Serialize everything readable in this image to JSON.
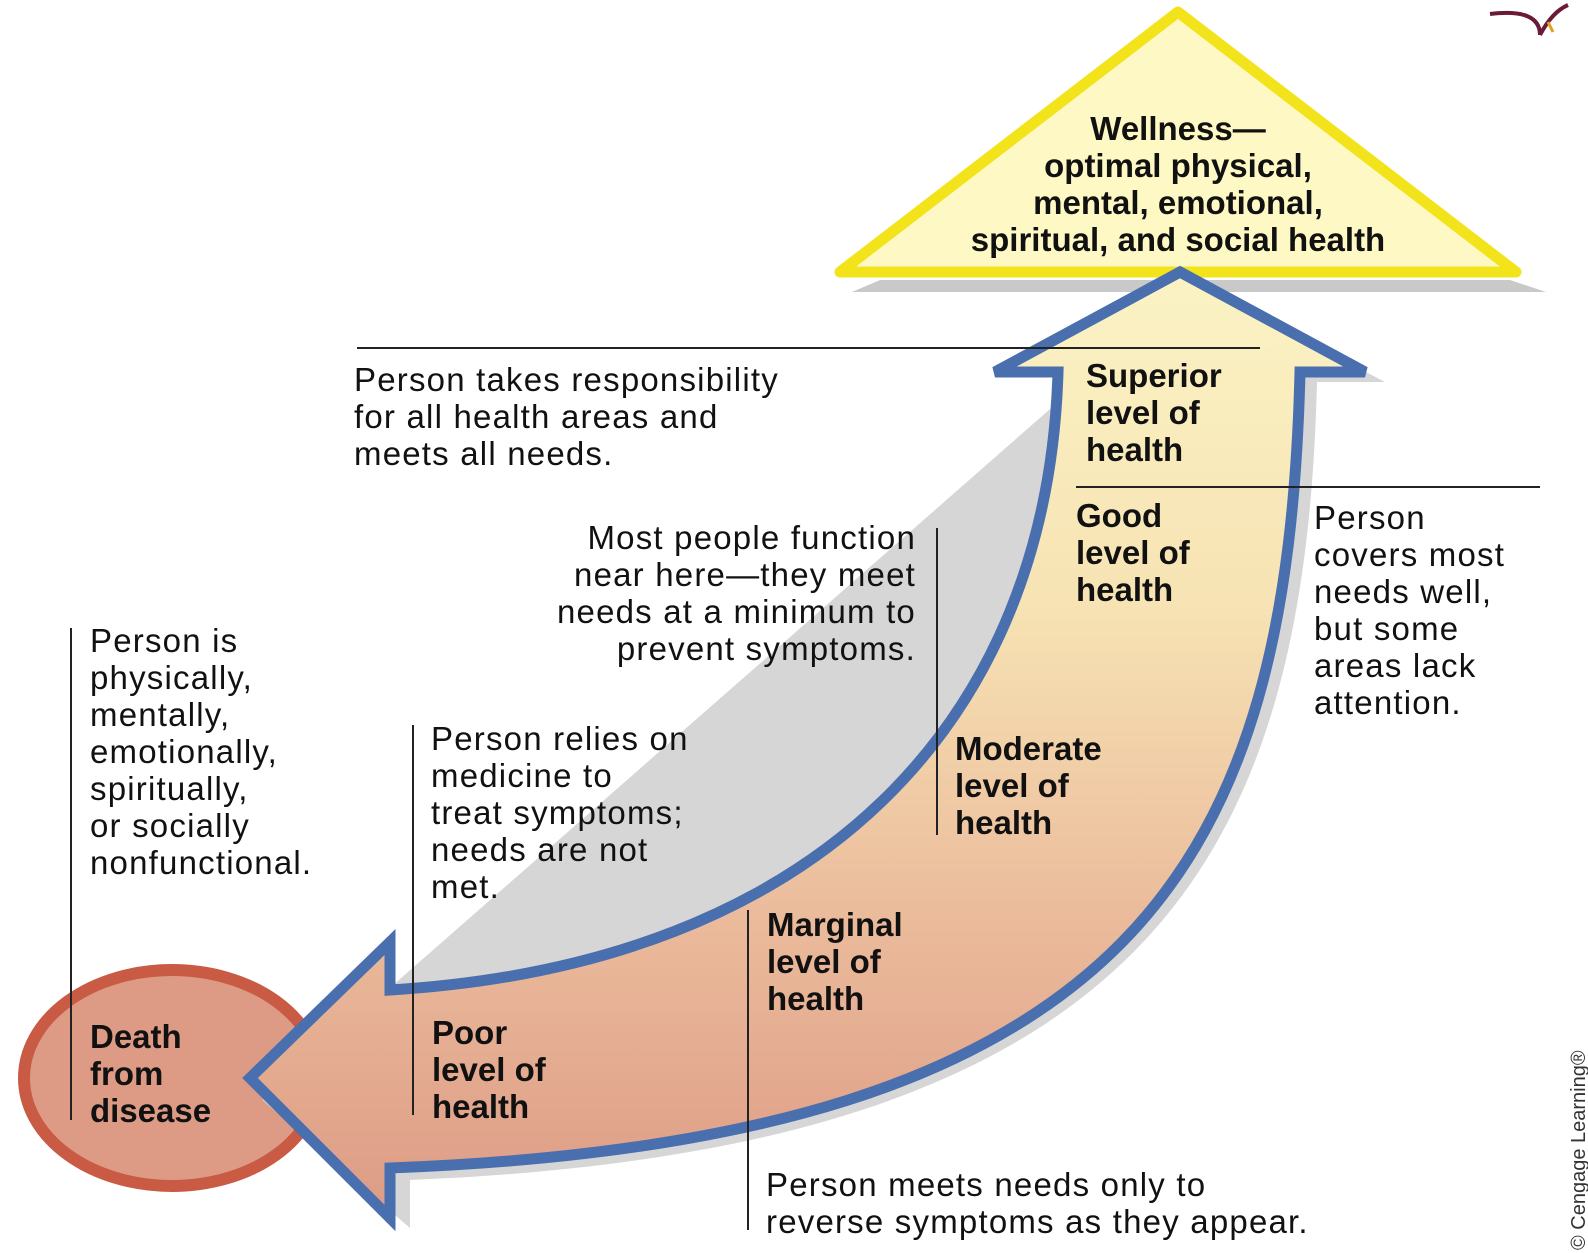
{
  "wellness": {
    "title": "Wellness—\noptimal physical,\nmental, emotional,\nspiritual, and social health"
  },
  "levels": {
    "superior": "Superior\nlevel of\nhealth",
    "good": "Good\nlevel of\nhealth",
    "moderate": "Moderate\nlevel of\nhealth",
    "marginal": "Marginal\nlevel of\nhealth",
    "poor": "Poor\nlevel of\nhealth",
    "death": "Death\nfrom\ndisease"
  },
  "descriptions": {
    "superior": "Person takes responsibility\nfor all health areas and\nmeets all needs.",
    "good": "Person\ncovers most\nneeds well,\nbut some\nareas lack\nattention.",
    "moderate": "Most people function\nnear here—they meet\nneeds at a minimum to\nprevent symptoms.",
    "poor": "Person relies on\nmedicine to\ntreat symptoms;\nneeds are not\nmet.",
    "marginal": "Person meets needs only to\nreverse symptoms as they appear.",
    "death": "Person is\nphysically,\nmentally,\nemotionally,\nspiritually,\nor socially\nnonfunctional."
  },
  "copyright": "© Cengage Learning®",
  "colors": {
    "arrow_outline": "#4a6fae",
    "arrow_fill_top": "#fbf3c4",
    "arrow_fill_bottom": "#dd9b85",
    "triangle_outline": "#f2e31a",
    "triangle_fill": "#fdf8c4",
    "circle_outline": "#c95a43",
    "circle_fill": "#dd9b85",
    "logo": "#6b1a38"
  }
}
